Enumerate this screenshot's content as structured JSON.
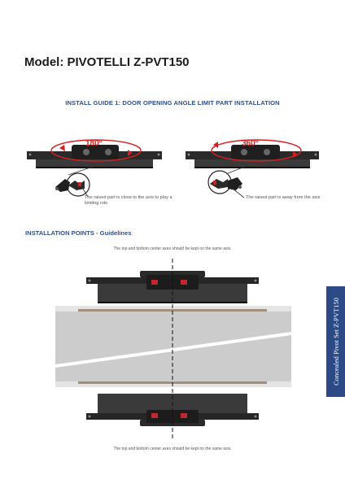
{
  "header": {
    "model_title": "Model: PIVOTELLI Z-PVT150"
  },
  "guide": {
    "title": "INSTALL GUIDE 1: DOOR OPENING ANGLE LIMIT PART INSTALLATION",
    "left_angle": "180°",
    "right_angle": "360°",
    "left_note": "The raised part is close to the axis to play a limiting role",
    "right_note": "The raised part is away from the axis"
  },
  "points": {
    "title": "INSTALLATION POINTS - Guidelines",
    "axis_note_top": "The top and bottom center axes should be kept on the same axis.",
    "axis_note_bottom": "The top and bottom center axes should be kept on the same axis."
  },
  "side_tab": {
    "label": "Concealed Pivot Set Z-PVT150"
  },
  "colors": {
    "accent_blue": "#2f4e8c",
    "tab_blue": "#2b4a86",
    "red": "#d42020"
  },
  "icons": {
    "rotation_arrow": "rotation-arrow-icon",
    "magnifier": "magnifier-callout-icon"
  }
}
